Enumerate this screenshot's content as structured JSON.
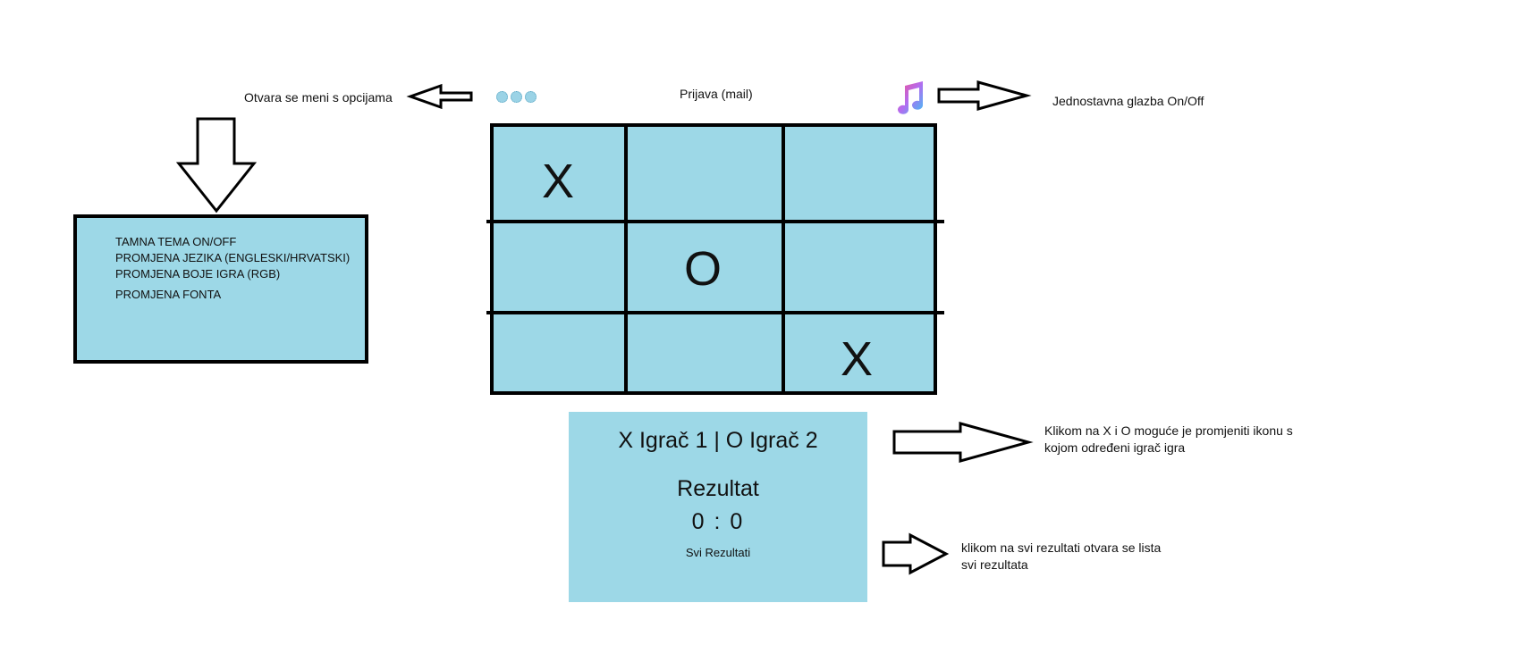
{
  "top": {
    "login_label": "Prijava (mail)",
    "menu_note": "Otvara se meni s opcijama",
    "music_note": "Jednostavna glazba On/Off"
  },
  "options_menu": {
    "items": [
      "TAMNA TEMA ON/OFF",
      "PROMJENA JEZIKA (ENGLESKI/HRVATSKI)",
      "PROMJENA BOJE IGRA (RGB)",
      "PROMJENA FONTA"
    ]
  },
  "board": {
    "cells": [
      "X",
      "",
      "",
      "",
      "O",
      "",
      "",
      "",
      "X"
    ]
  },
  "score_panel": {
    "players": "X Igrač 1 | O Igrač 2",
    "result_title": "Rezultat",
    "score": "0 : 0",
    "all_results_link": "Svi Rezultati"
  },
  "annotations": {
    "players_note": "Klikom na X i O moguće je promjeniti ikonu s kojom određeni igrač igra",
    "results_note": "klikom na svi rezultati otvara se lista svi rezultata"
  },
  "colors": {
    "panel_fill": "#9dd8e7",
    "border": "#000000",
    "music_icon_gradient": [
      "#f5508c",
      "#b36cf0",
      "#3fc0f5"
    ]
  },
  "icons": {
    "menu": "three-dots-icon",
    "music": "music-note-icon"
  }
}
